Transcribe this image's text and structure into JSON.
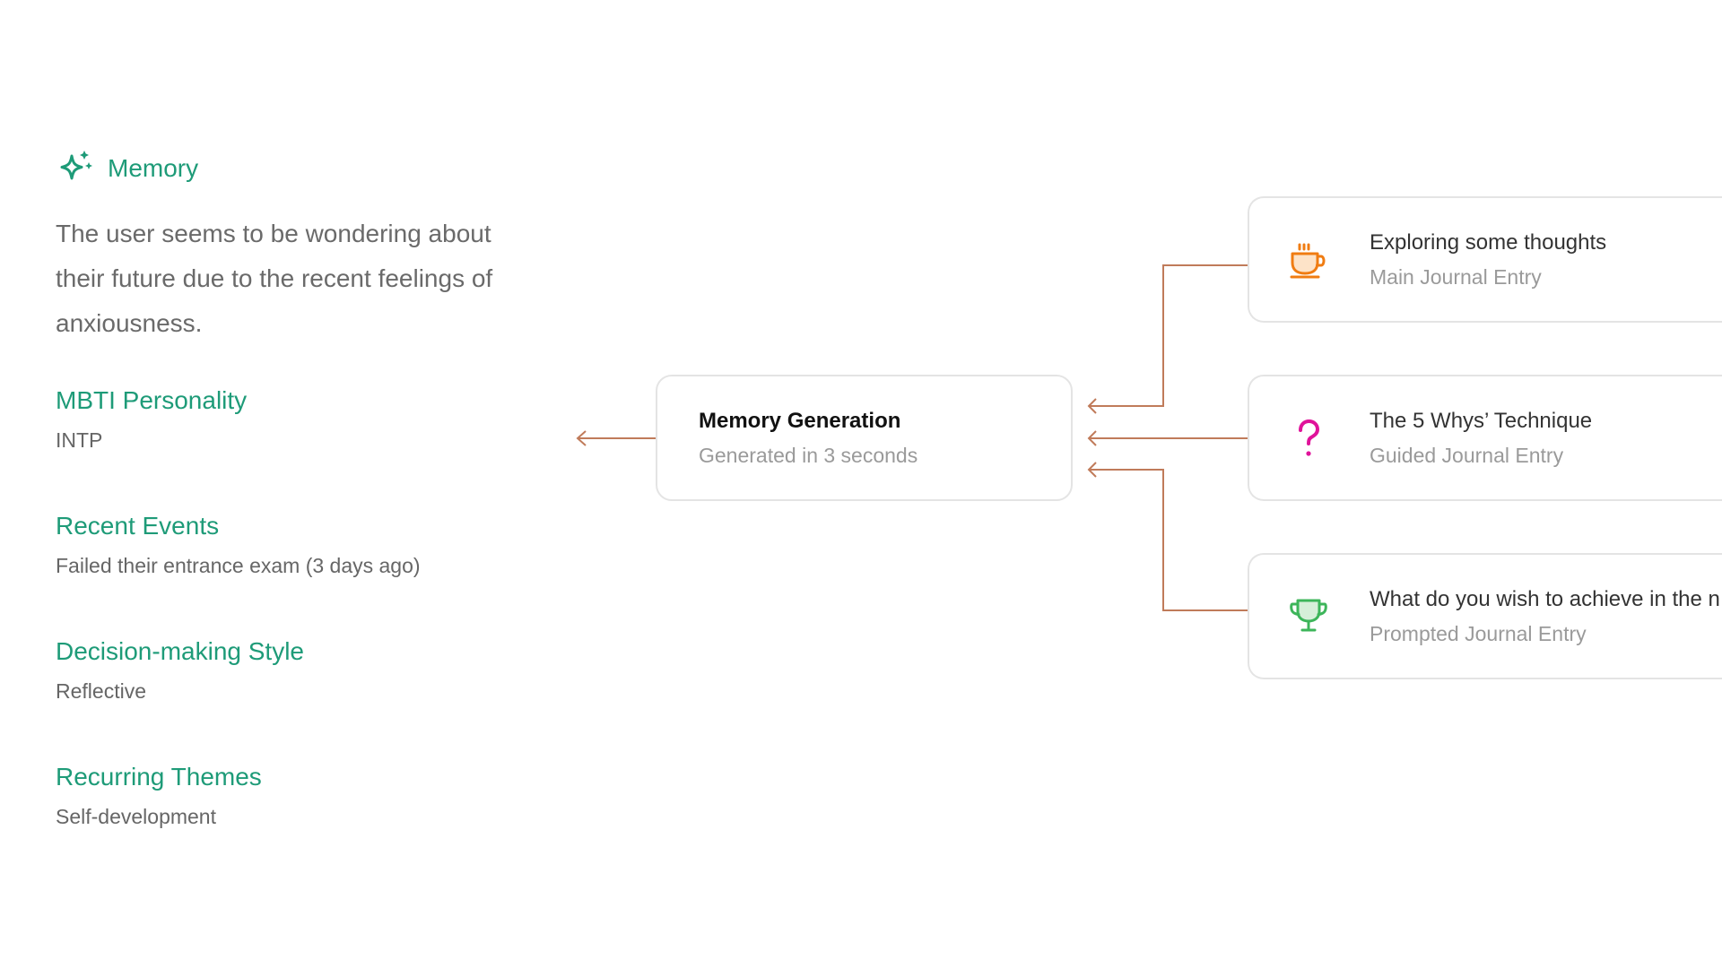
{
  "memory": {
    "title": "Memory",
    "summary": "The user seems to be wondering about their future due to the recent feelings of anxiousness.",
    "icon": "sparkle-icon",
    "attributes": [
      {
        "label": "MBTI Personality",
        "value": "INTP"
      },
      {
        "label": "Recent Events",
        "value": "Failed their entrance exam (3 days ago)"
      },
      {
        "label": "Decision-making Style",
        "value": "Reflective"
      },
      {
        "label": "Recurring Themes",
        "value": "Self-development"
      }
    ]
  },
  "generation": {
    "title": "Memory Generation",
    "subtitle": "Generated in 3 seconds"
  },
  "sources": [
    {
      "title": "Exploring some thoughts",
      "subtitle": "Main Journal Entry",
      "icon": "coffee-cup-icon"
    },
    {
      "title": "The 5 Whys’ Technique",
      "subtitle": "Guided Journal Entry",
      "icon": "question-mark-icon"
    },
    {
      "title": "What do you wish to achieve in the n",
      "subtitle": "Prompted Journal Entry",
      "icon": "trophy-icon"
    }
  ],
  "colors": {
    "accent": "#1e9b78",
    "connector": "#c07b5a",
    "coffee": "#f07c12",
    "question": "#e0139a",
    "trophy": "#3db55a"
  }
}
